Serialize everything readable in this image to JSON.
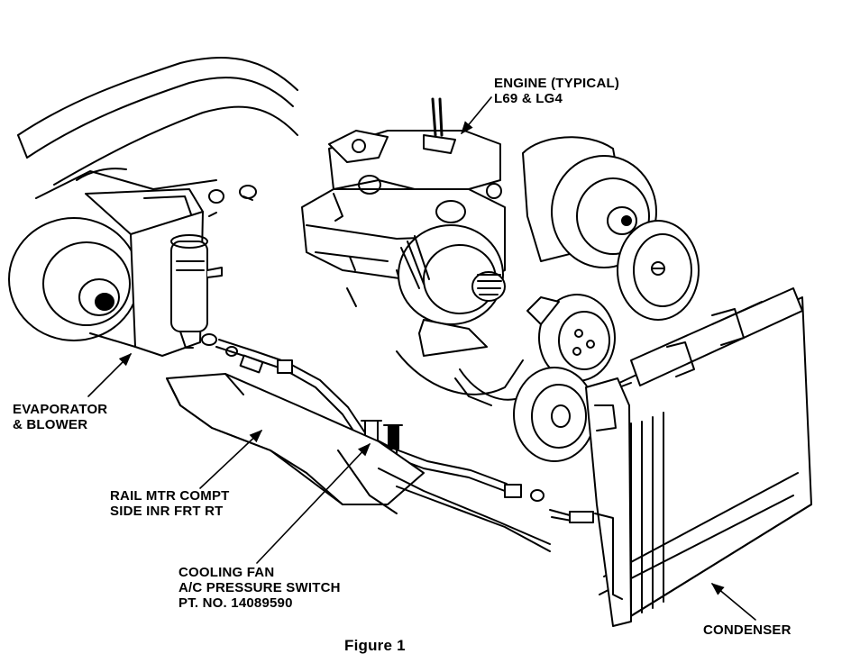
{
  "labels": {
    "engine": {
      "line1": "ENGINE (TYPICAL)",
      "line2": "L69 & LG4"
    },
    "evaporator": {
      "line1": "EVAPORATOR",
      "line2": "& BLOWER"
    },
    "rail": {
      "line1": "RAIL MTR COMPT",
      "line2": "SIDE INR FRT RT"
    },
    "switch": {
      "line1": "COOLING FAN",
      "line2": "A/C PRESSURE SWITCH",
      "line3": "PT. NO. 14089590"
    },
    "condenser": "CONDENSER"
  },
  "caption": "Figure 1",
  "colors": {
    "ink": "#000000",
    "paper": "#ffffff"
  }
}
